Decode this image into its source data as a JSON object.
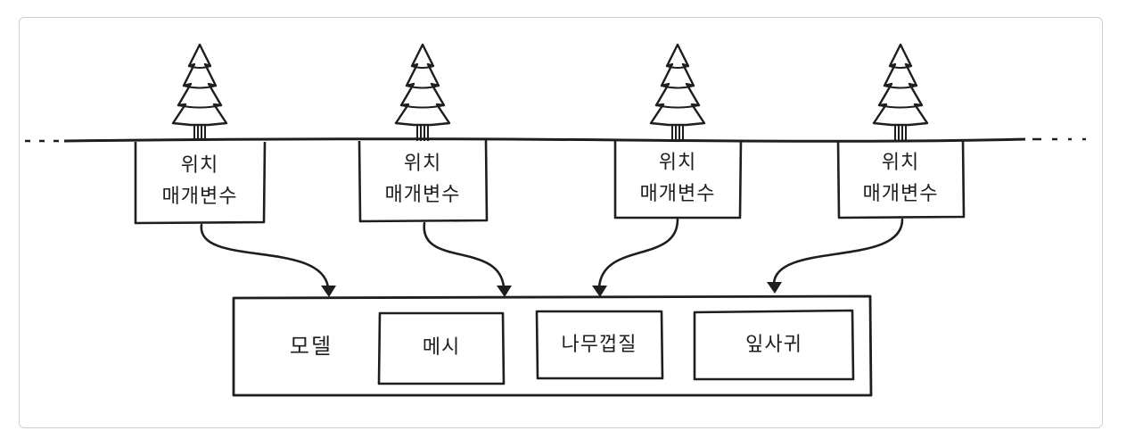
{
  "instances": [
    {
      "line1": "위치",
      "line2": "매개변수"
    },
    {
      "line1": "위치",
      "line2": "매개변수"
    },
    {
      "line1": "위치",
      "line2": "매개변수"
    },
    {
      "line1": "위치",
      "line2": "매개변수"
    }
  ],
  "model": {
    "label": "모델",
    "parts": [
      "메시",
      "나무껍질",
      "잎사귀"
    ]
  },
  "colors": {
    "ink": "#1e1e1e",
    "frame": "#cfcfcf",
    "background": "#ffffff"
  }
}
